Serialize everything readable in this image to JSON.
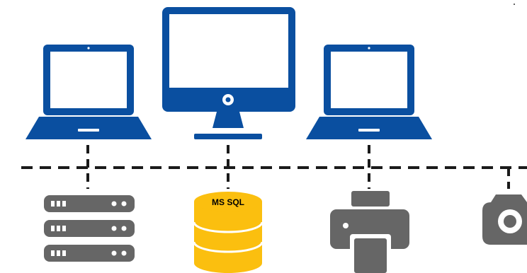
{
  "colors": {
    "device_blue": "#0a4fa0",
    "network_line": "#1a1a1a",
    "server_gray": "#666666",
    "database_yellow": "#fbbf0f",
    "printer_gray": "#666666",
    "camera_gray": "#666666"
  },
  "nodes": [
    {
      "id": "laptop-left",
      "icon": "laptop-icon"
    },
    {
      "id": "desktop-monitor",
      "icon": "desktop-monitor-icon"
    },
    {
      "id": "laptop-right",
      "icon": "laptop-icon"
    },
    {
      "id": "server-rack",
      "icon": "server-icon"
    },
    {
      "id": "database",
      "icon": "database-icon",
      "label": "MS SQL"
    },
    {
      "id": "printer",
      "icon": "printer-icon"
    },
    {
      "id": "camera",
      "icon": "camera-icon"
    }
  ],
  "network": {
    "style": "dashed-bus"
  },
  "database": {
    "label": "MS SQL"
  }
}
